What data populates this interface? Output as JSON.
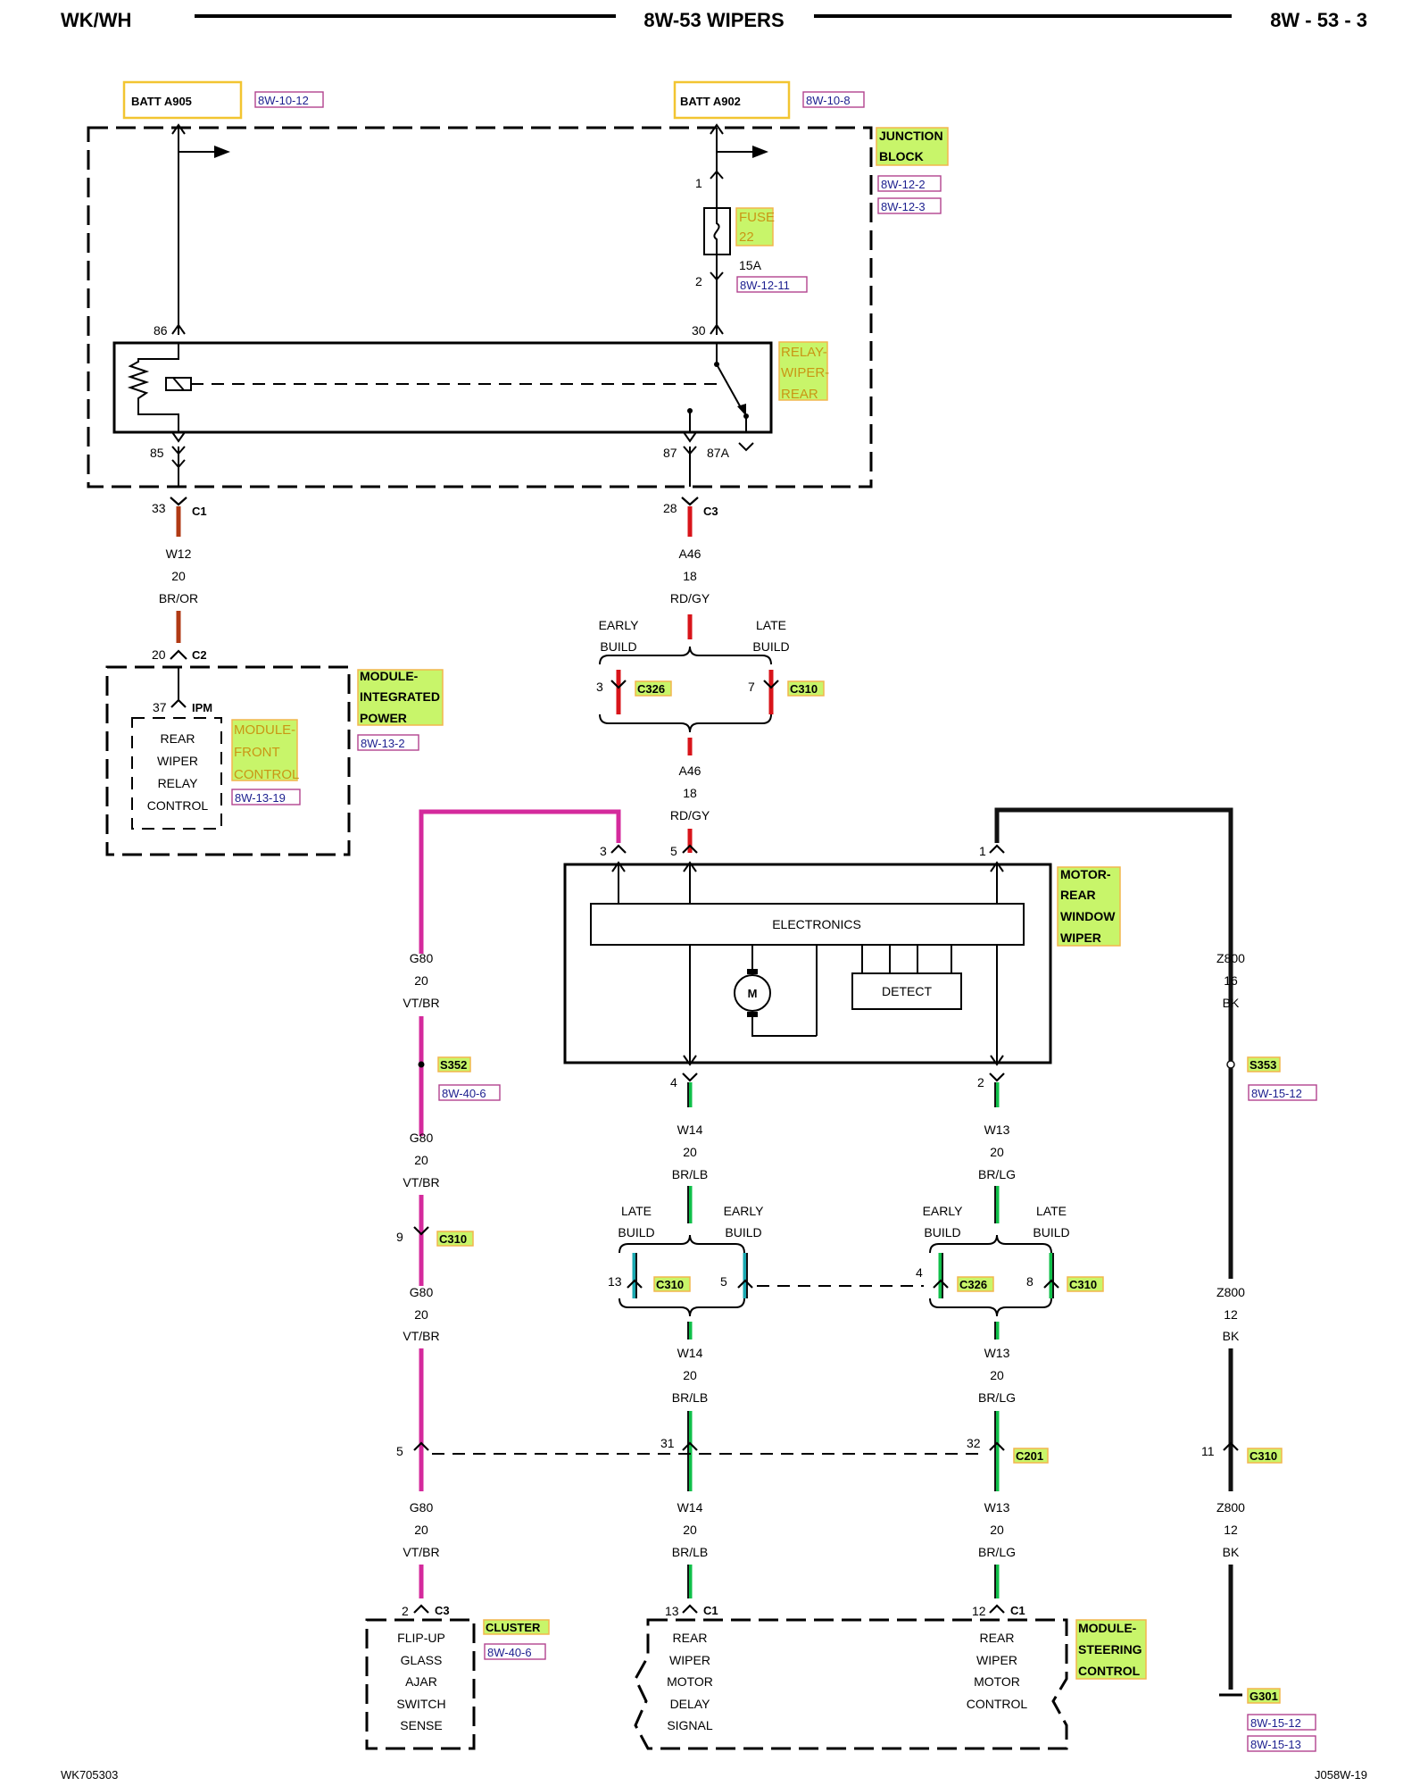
{
  "header": {
    "left": "WK/WH",
    "center": "8W-53 WIPERS",
    "right": "8W - 53 - 3"
  },
  "footer": {
    "left": "WK705303",
    "right": "J058W-19"
  },
  "colors": {
    "brown_orange": "#b03a14",
    "red": "#d8141a",
    "magenta": "#d42a9c",
    "green": "#10c04a",
    "cyan": "#19a8b0",
    "black": "#111111"
  },
  "sources": {
    "batt_a905": {
      "label": "BATT A905",
      "ref": "8W-10-12"
    },
    "batt_a902": {
      "label": "BATT A902",
      "ref": "8W-10-8"
    }
  },
  "junction_block": {
    "label_1": "JUNCTION",
    "label_2": "BLOCK",
    "ref_1": "8W-12-2",
    "ref_2": "8W-12-3"
  },
  "fuse": {
    "label_1": "FUSE",
    "label_2": "22",
    "rating": "15A",
    "ref": "8W-12-11",
    "pin_in": "1",
    "pin_out": "2"
  },
  "relay": {
    "label_1": "RELAY-",
    "label_2": "WIPER-",
    "label_3": "REAR",
    "pin_86": "86",
    "pin_30": "30",
    "pin_85": "85",
    "pin_87": "87",
    "pin_87a": "87A"
  },
  "jb_connectors": {
    "c1": {
      "pin": "33",
      "name": "C1"
    },
    "c3": {
      "pin": "28",
      "name": "C3"
    }
  },
  "wires": {
    "w12": {
      "circuit": "W12",
      "gauge": "20",
      "color": "BR/OR"
    },
    "a46_top": {
      "circuit": "A46",
      "gauge": "18",
      "color": "RD/GY"
    },
    "a46_bottom": {
      "circuit": "A46",
      "gauge": "18",
      "color": "RD/GY"
    },
    "g80_1": {
      "circuit": "G80",
      "gauge": "20",
      "color": "VT/BR"
    },
    "g80_2": {
      "circuit": "G80",
      "gauge": "20",
      "color": "VT/BR"
    },
    "g80_3": {
      "circuit": "G80",
      "gauge": "20",
      "color": "VT/BR"
    },
    "g80_4": {
      "circuit": "G80",
      "gauge": "20",
      "color": "VT/BR"
    },
    "w14_1": {
      "circuit": "W14",
      "gauge": "20",
      "color": "BR/LB"
    },
    "w14_2": {
      "circuit": "W14",
      "gauge": "20",
      "color": "BR/LB"
    },
    "w14_3": {
      "circuit": "W14",
      "gauge": "20",
      "color": "BR/LB"
    },
    "w13_1": {
      "circuit": "W13",
      "gauge": "20",
      "color": "BR/LG"
    },
    "w13_2": {
      "circuit": "W13",
      "gauge": "20",
      "color": "BR/LG"
    },
    "w13_3": {
      "circuit": "W13",
      "gauge": "20",
      "color": "BR/LG"
    },
    "z800_1": {
      "circuit": "Z800",
      "gauge": "16",
      "color": "BK"
    },
    "z800_2": {
      "circuit": "Z800",
      "gauge": "12",
      "color": "BK"
    },
    "z800_3": {
      "circuit": "Z800",
      "gauge": "12",
      "color": "BK"
    }
  },
  "ipm": {
    "c2_pin": "20",
    "c2_name": "C2",
    "ipm_pin": "37",
    "ipm_name": "IPM",
    "label_1": "MODULE-",
    "label_2": "INTEGRATED",
    "label_3": "POWER",
    "ref": "8W-13-2",
    "fcm_label_1": "MODULE-",
    "fcm_label_2": "FRONT",
    "fcm_label_3": "CONTROL",
    "fcm_ref": "8W-13-19",
    "inner_1": "REAR",
    "inner_2": "WIPER",
    "inner_3": "RELAY",
    "inner_4": "CONTROL"
  },
  "build": {
    "early": "EARLY",
    "late": "LATE",
    "build": "BUILD"
  },
  "a46_split": {
    "early_pin": "3",
    "early_conn": "C326",
    "late_pin": "7",
    "late_conn": "C310"
  },
  "motor": {
    "label_1": "MOTOR-",
    "label_2": "REAR",
    "label_3": "WINDOW",
    "label_4": "WIPER",
    "electronics": "ELECTRONICS",
    "detect": "DETECT",
    "m": "M",
    "pin_3": "3",
    "pin_5": "5",
    "pin_1": "1",
    "pin_4": "4",
    "pin_2": "2"
  },
  "splices": {
    "s352": {
      "name": "S352",
      "ref": "8W-40-6"
    },
    "s353": {
      "name": "S353",
      "ref": "8W-15-12"
    }
  },
  "mid_connectors": {
    "g80_c310": {
      "pin": "9",
      "name": "C310"
    },
    "w14_late": {
      "pin": "13",
      "name": "C310"
    },
    "w14_early": {
      "pin": "5"
    },
    "w13_early": {
      "pin": "4",
      "name": "C326"
    },
    "w13_late": {
      "pin": "8",
      "name": "C310"
    }
  },
  "c201": {
    "g80_pin": "5",
    "w14_pin": "31",
    "w13_pin": "32",
    "name": "C201"
  },
  "z800_c310": {
    "pin": "11",
    "name": "C310"
  },
  "cluster": {
    "pin": "2",
    "conn": "C3",
    "label": "CLUSTER",
    "ref": "8W-40-6",
    "inner_1": "FLIP-UP",
    "inner_2": "GLASS",
    "inner_3": "AJAR",
    "inner_4": "SWITCH",
    "inner_5": "SENSE"
  },
  "scm": {
    "label_1": "MODULE-",
    "label_2": "STEERING",
    "label_3": "CONTROL",
    "pin_13": "13",
    "pin_12": "12",
    "conn": "C1",
    "left_1": "REAR",
    "left_2": "WIPER",
    "left_3": "MOTOR",
    "left_4": "DELAY",
    "left_5": "SIGNAL",
    "right_1": "REAR",
    "right_2": "WIPER",
    "right_3": "MOTOR",
    "right_4": "CONTROL"
  },
  "ground": {
    "name": "G301",
    "ref_1": "8W-15-12",
    "ref_2": "8W-15-13"
  }
}
